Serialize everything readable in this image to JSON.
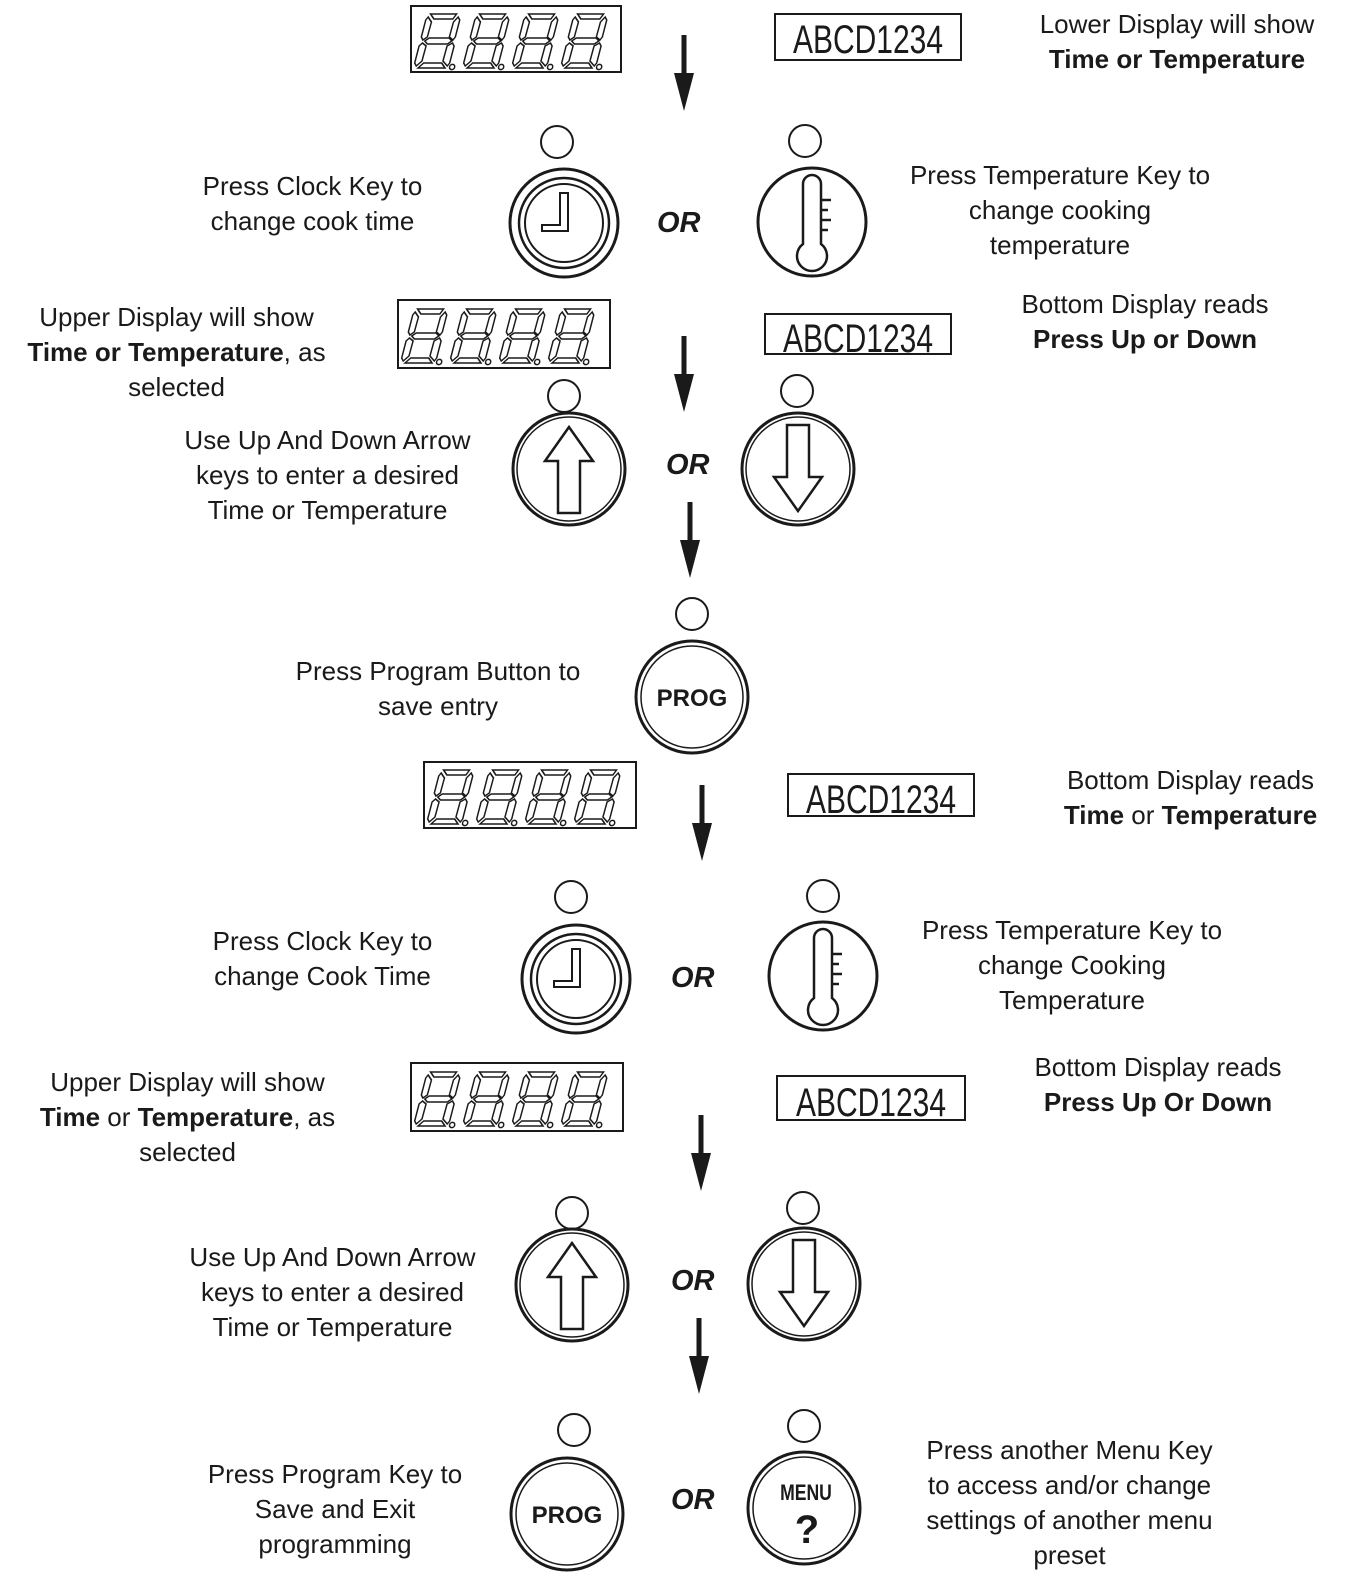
{
  "colors": {
    "ink": "#1a1a1a",
    "background": "#ffffff"
  },
  "displays": {
    "segment_text": "8.8.8.8.",
    "alpha_text": "ABCD1234"
  },
  "keys": {
    "prog_label": "PROG",
    "menu_label": "MENU",
    "menu_symbol": "?",
    "or_label": "OR"
  },
  "steps": {
    "s1": {
      "right": [
        "Lower Display will show",
        "Time or Temperature"
      ]
    },
    "s2": {
      "left": [
        "Press Clock Key to",
        "change cook time"
      ],
      "right": [
        "Press Temperature Key to",
        "change cooking",
        "temperature"
      ]
    },
    "s3": {
      "left": [
        "Upper Display will show",
        "Time or Temperature",
        ", as",
        "selected"
      ],
      "right": [
        "Bottom Display reads",
        "Press Up or Down"
      ]
    },
    "s4": {
      "left": [
        "Use Up And Down Arrow",
        "keys to enter a desired",
        "Time or Temperature"
      ]
    },
    "s5": {
      "left": [
        "Press Program Button to",
        "save entry"
      ]
    },
    "s6": {
      "right": [
        "Bottom Display reads",
        "Time",
        " or ",
        "Temperature"
      ]
    },
    "s7": {
      "left": [
        "Press Clock Key to",
        "change Cook Time"
      ],
      "right": [
        "Press Temperature Key to",
        "change Cooking",
        "Temperature"
      ]
    },
    "s8": {
      "left": [
        "Upper Display will show",
        "Time",
        " or ",
        "Temperature",
        ", as",
        "selected"
      ],
      "right": [
        "Bottom Display reads",
        "Press Up Or Down"
      ]
    },
    "s9": {
      "left": [
        "Use Up And Down Arrow",
        "keys to enter a desired",
        "Time or Temperature"
      ]
    },
    "s10": {
      "left": [
        "Press Program Key to",
        "Save and Exit",
        "programming"
      ],
      "right": [
        "Press another Menu Key",
        "to access and/or change",
        "settings of another menu",
        "preset"
      ]
    }
  }
}
